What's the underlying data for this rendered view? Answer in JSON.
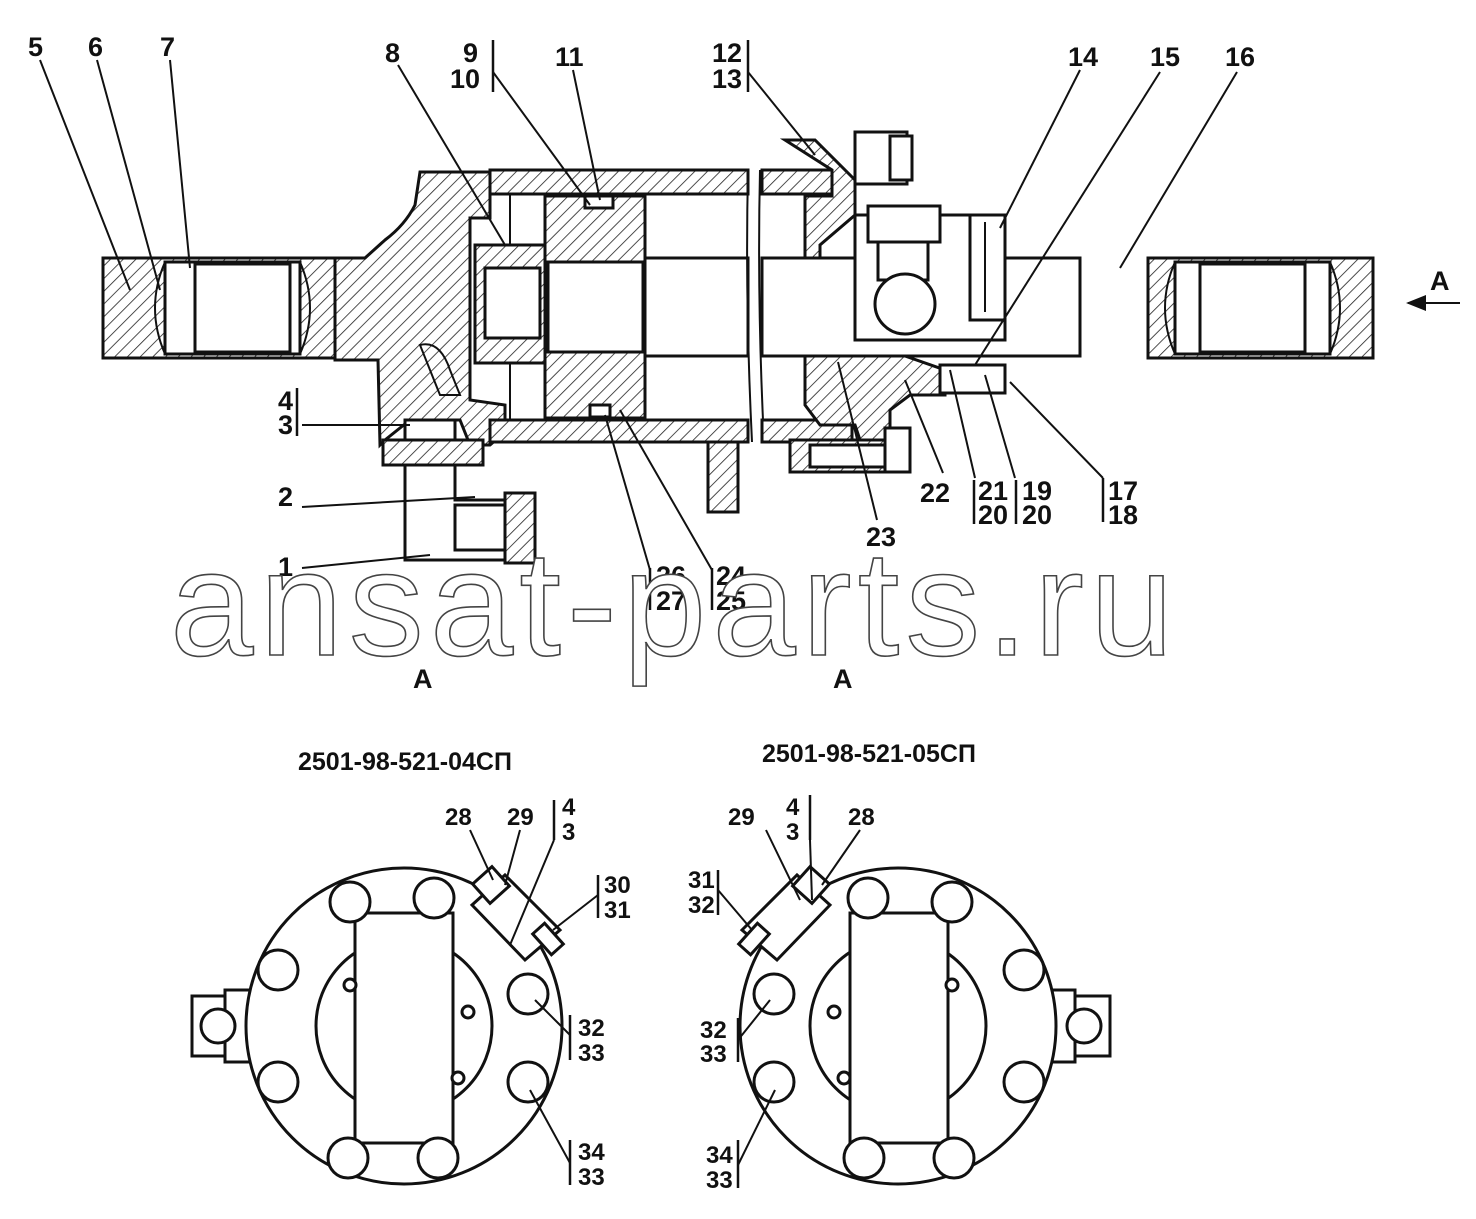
{
  "labels": {
    "top": [
      "5",
      "6",
      "7",
      "8",
      "9",
      "10",
      "11",
      "12",
      "13",
      "14",
      "15",
      "16"
    ],
    "left_side": [
      "4",
      "3",
      "2",
      "1"
    ],
    "bottom": [
      "26",
      "27",
      "24",
      "25",
      "23",
      "22",
      "21",
      "20",
      "19",
      "20",
      "17",
      "18"
    ],
    "section_marks": [
      "A",
      "A",
      "A"
    ],
    "view_left": [
      "28",
      "29",
      "4",
      "3",
      "30",
      "31",
      "32",
      "33",
      "34",
      "33"
    ],
    "view_right": [
      "29",
      "4",
      "3",
      "28",
      "31",
      "32",
      "32",
      "33",
      "34",
      "33"
    ]
  },
  "codes": {
    "left_view": "2501-98-521-04СП",
    "right_view": "2501-98-521-05СП"
  },
  "watermark": "ansat-parts.ru"
}
